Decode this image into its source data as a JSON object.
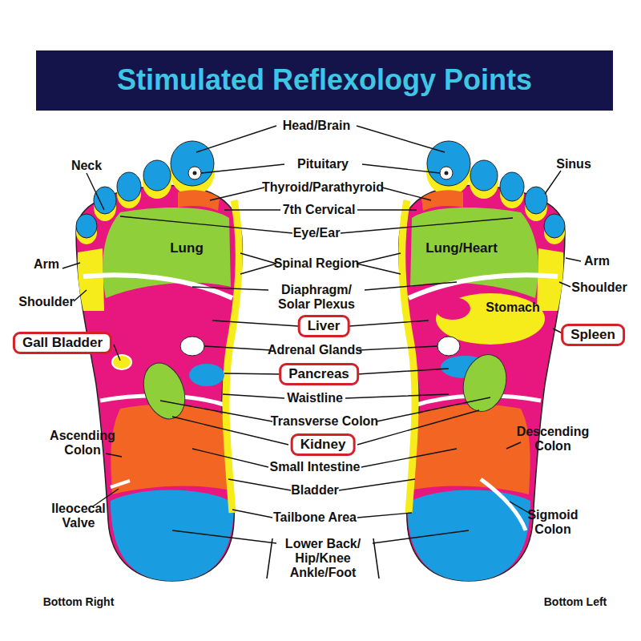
{
  "diagram": {
    "title": "Stimulated Reflexology Points",
    "nodes": [
      {
        "text": [
          "Gall Bladder"
        ]
      },
      {
        "text": [
          "Liver"
        ]
      },
      {
        "text": [
          "Spleen"
        ]
      },
      {
        "text": [
          "Pancreas"
        ]
      },
      {
        "text": [
          "Kidney"
        ]
      }
    ],
    "labels": [
      "Head/Brain",
      "Neck",
      "Pituitary",
      "Sinus",
      "Thyroid/Parathyroid",
      "7th Cervical",
      "Eye/Ear",
      "Lung",
      "Lung/Heart",
      "Arm",
      "Spinal Region",
      "Arm",
      "Diaphragm/ Solar Plexus",
      "Shoulder",
      "Shoulder",
      "Stomach",
      "Adrenal Glands",
      "Waistline",
      "Transverse Colon",
      "Ascending Colon",
      "Descending Colon",
      "Small Intestine",
      "Bladder",
      "Ileocecal Valve",
      "Tailbone Area",
      "Sigmoid Colon",
      "Lower Back/ Hip/Knee Ankle/Foot",
      "Bottom Right",
      "Bottom Left"
    ]
  }
}
